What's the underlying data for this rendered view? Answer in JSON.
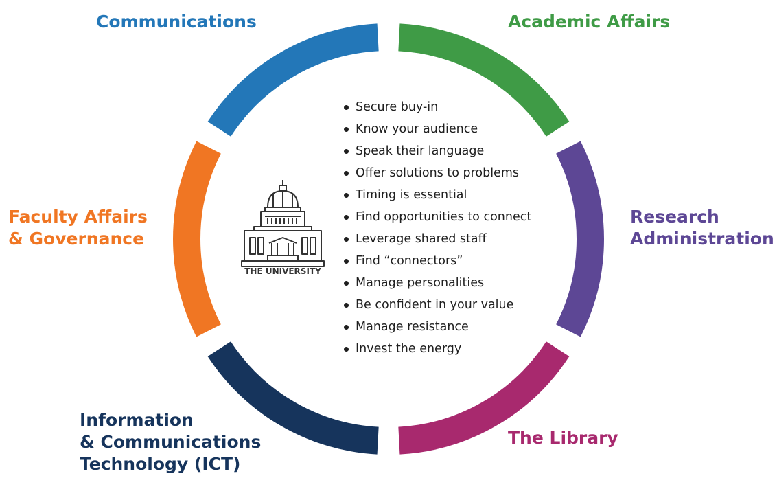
{
  "segments": [
    {
      "id": "comm",
      "label_lines": [
        "Communications"
      ],
      "color": "#2377b8"
    },
    {
      "id": "acad",
      "label_lines": [
        "Academic Affairs"
      ],
      "color": "#3f9b46"
    },
    {
      "id": "res",
      "label_lines": [
        "Research",
        "Administration"
      ],
      "color": "#5d4795"
    },
    {
      "id": "lib",
      "label_lines": [
        "The Library"
      ],
      "color": "#a8296e"
    },
    {
      "id": "ict",
      "label_lines": [
        "Information",
        "& Communications",
        "Technology (ICT)"
      ],
      "color": "#16345c"
    },
    {
      "id": "fac",
      "label_lines": [
        "Faculty Affairs",
        "& Governance"
      ],
      "color": "#f07623"
    }
  ],
  "center": {
    "icon": "university-building-icon",
    "caption": "THE UNIVERSITY"
  },
  "tips": [
    "Secure buy-in",
    "Know your audience",
    "Speak their language",
    "Offer solutions to problems",
    "Timing is essential",
    "Find opportunities to connect",
    "Leverage shared staff",
    "Find “connectors”",
    "Manage personalities",
    "Be confident in your value",
    "Manage resistance",
    "Invest the energy"
  ]
}
